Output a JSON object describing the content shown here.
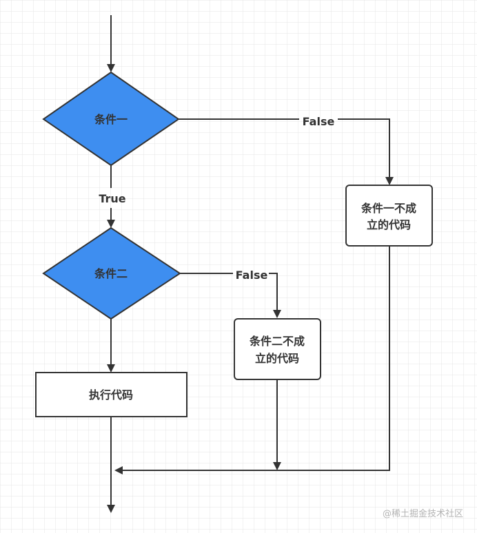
{
  "nodes": {
    "cond1": "条件一",
    "cond2": "条件二",
    "cond1_false_line1": "条件一不成",
    "cond1_false_line2": "立的代码",
    "cond2_false_line1": "条件二不成",
    "cond2_false_line2": "立的代码",
    "execute": "执行代码"
  },
  "edges": {
    "cond1_false": "False",
    "cond1_true": "True",
    "cond2_false": "False"
  },
  "watermark": "@稀土掘金技术社区",
  "colors": {
    "diamond_fill": "#3e8ef0",
    "stroke": "#333333",
    "grid": "#e4e4e4",
    "box_fill": "#ffffff"
  }
}
